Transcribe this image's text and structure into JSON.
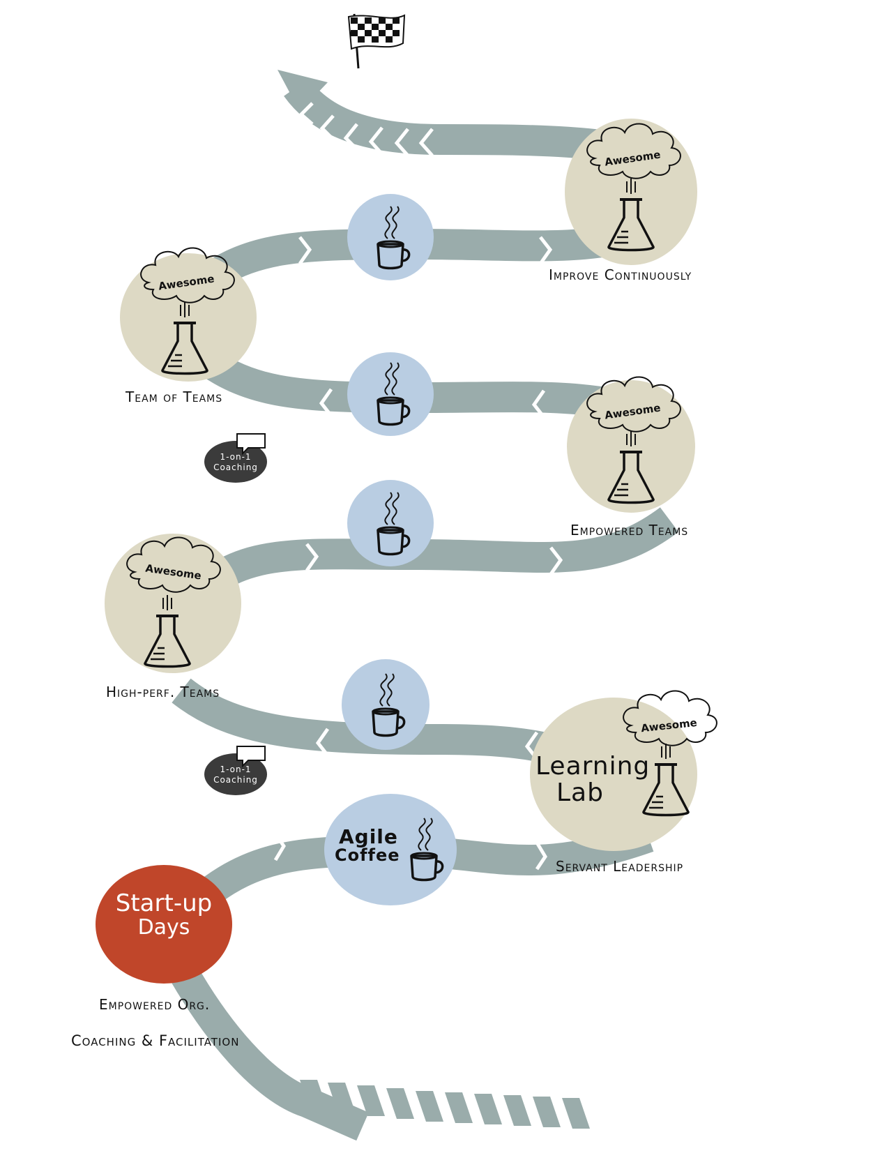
{
  "colors": {
    "road": "#9aacab",
    "milestone_circle": "#ddd9c4",
    "coffee_circle": "#b9cde2",
    "startup_circle": "#c0462a",
    "coaching_bubble": "#3b3b3b",
    "ink": "#111111"
  },
  "finish": {
    "icon": "checkered-flag-icon"
  },
  "start": {
    "line1": "Start-up",
    "line2": "Days"
  },
  "learning_lab": {
    "line1": "Learning",
    "line2": "Lab",
    "flask_text": "Awesome"
  },
  "agile_coffee": {
    "line1": "Agile",
    "line2": "Coffee",
    "icon": "coffee-mug-icon"
  },
  "flask_text": "Awesome",
  "milestones": [
    {
      "id": "improve",
      "label": "Improve Continuously"
    },
    {
      "id": "team-of-teams",
      "label": "Team of Teams"
    },
    {
      "id": "empowered-teams",
      "label": "Empowered Teams"
    },
    {
      "id": "high-perf",
      "label": "High-perf. Teams"
    },
    {
      "id": "servant",
      "label": "Servant Leadership"
    }
  ],
  "bottom_labels": {
    "line1": "Empowered Org.",
    "line2": "Coaching & Facilitation"
  },
  "coaching": [
    {
      "line1": "1-on-1",
      "line2": "Coaching",
      "icon": "speech-bubble-icon"
    },
    {
      "line1": "1-on-1",
      "line2": "Coaching",
      "icon": "speech-bubble-icon"
    }
  ]
}
